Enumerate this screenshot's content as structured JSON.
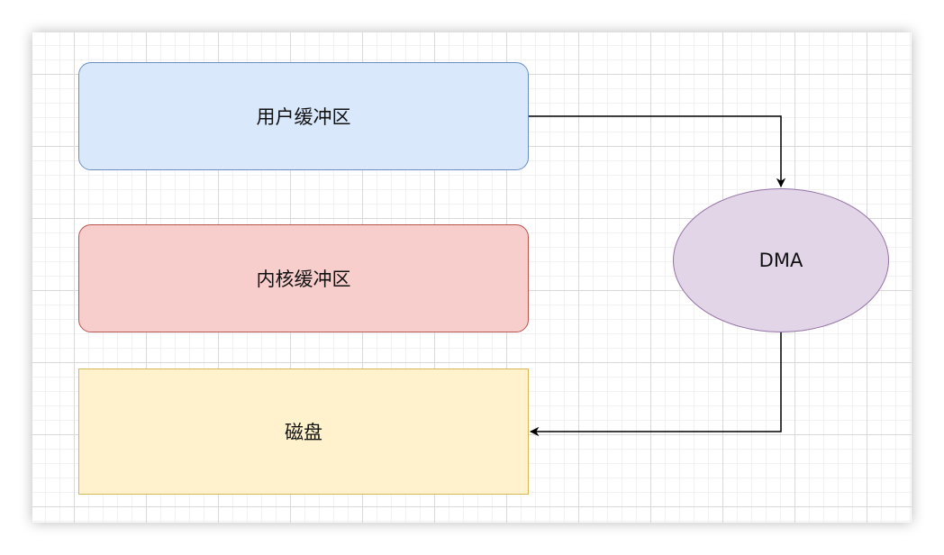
{
  "diagram": {
    "nodes": {
      "user_buffer": {
        "label": "用户缓冲区",
        "fill": "#dae8fc",
        "stroke": "#6c8ebf"
      },
      "kernel_buffer": {
        "label": "内核缓冲区",
        "fill": "#f8cecc",
        "stroke": "#b85450"
      },
      "disk": {
        "label": "磁盘",
        "fill": "#fff2cc",
        "stroke": "#d6b656"
      },
      "dma": {
        "label": "DMA",
        "fill": "#e1d5e7",
        "stroke": "#9673a6"
      }
    },
    "edges": [
      {
        "from": "用户缓冲区",
        "to": "DMA"
      },
      {
        "from": "DMA",
        "to": "磁盘"
      }
    ],
    "edge_color": "#000000"
  }
}
